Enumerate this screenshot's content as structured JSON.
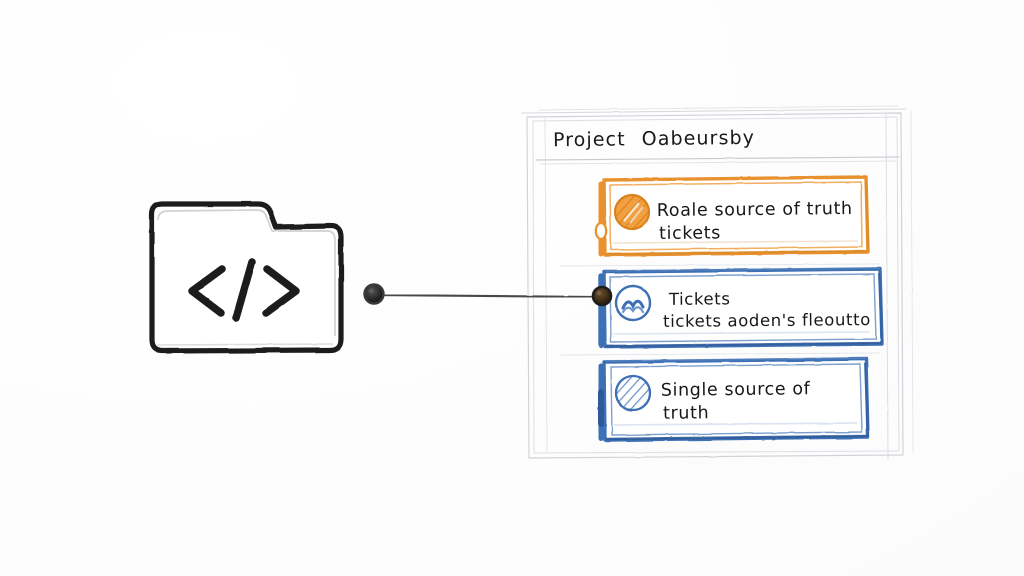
{
  "meta": {
    "style": "hand-drawn-sketch",
    "background_color": "#fdfdfd"
  },
  "colors": {
    "ink": "#1b1b1b",
    "sketch_gray": "#b9bcc4",
    "orange": "#e8912d",
    "orange_dark": "#d47f1d",
    "blue": "#3d6fb4",
    "blue_dark": "#2f5a99",
    "connector": "#4a4a4a",
    "node_dot": "#1a1a1a",
    "node_dot_right": "#3a2a14"
  },
  "left_node": {
    "icon": "code-folder-icon",
    "glyph": "</>",
    "label": ""
  },
  "connector": {
    "from": "code-folder-icon",
    "to": "card-2",
    "dot_left": "connector-dot-left",
    "dot_right": "connector-dot-right"
  },
  "panel": {
    "title_prefix": "Project",
    "title_name": "Oabeursby",
    "title_full": "Project  Oabeursby",
    "cards": [
      {
        "id": "card-1",
        "accent": "#e8912d",
        "icon": "hatched-circle-icon-orange",
        "line1": "Roale source of truth",
        "line2": "tickets"
      },
      {
        "id": "card-2",
        "accent": "#3d6fb4",
        "icon": "wave-circle-icon-blue",
        "line1": "Tickets",
        "line2": "tickets aoden's fleoutto"
      },
      {
        "id": "card-3",
        "accent": "#3d6fb4",
        "icon": "hatched-circle-icon-blue",
        "line1": "Single source of",
        "line2": "truth"
      }
    ]
  }
}
